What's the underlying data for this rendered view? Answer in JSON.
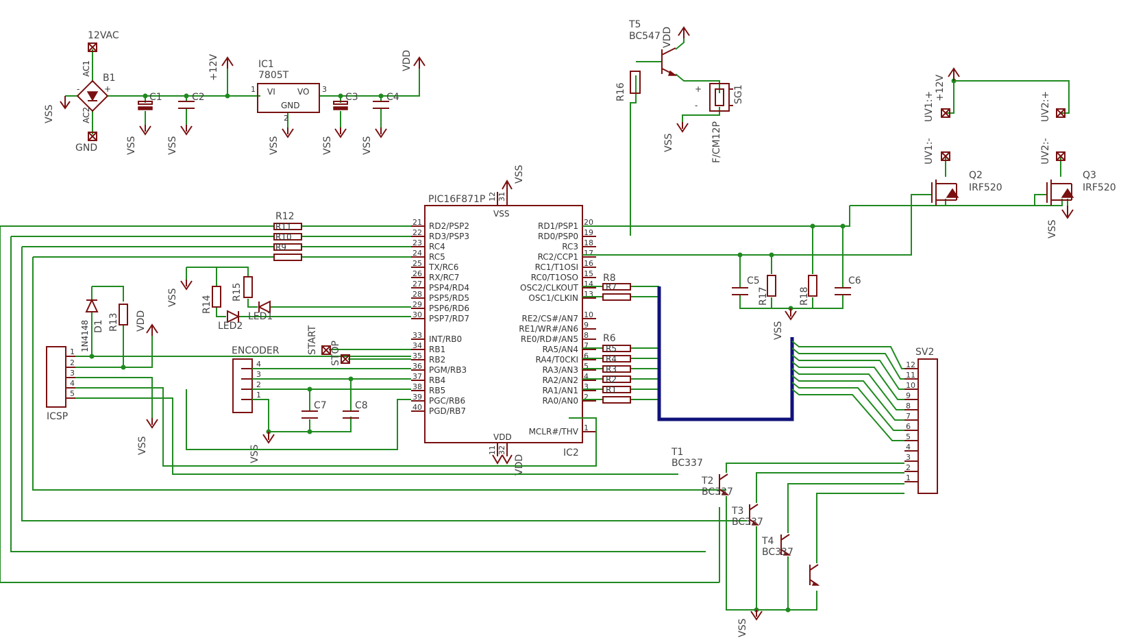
{
  "colors": {
    "wire": "#1f8a1f",
    "symbol": "#7a1010",
    "bus": "#10127a",
    "text": "#444444"
  },
  "power_supply": {
    "ac_in": "12VAC",
    "gnd": "GND",
    "bridge": "B1",
    "ac1": "AC1",
    "ac2": "AC2",
    "minus": "-",
    "plus": "+",
    "vss": "VSS",
    "plus12": "+12V",
    "vdd": "VDD",
    "c1": "C1",
    "c2": "C2",
    "c3": "C3",
    "c4": "C4",
    "reg_name": "IC1",
    "reg_value": "7805T",
    "reg_vi": "VI",
    "reg_vo": "VO",
    "reg_gnd": "GND",
    "reg_pin1": "1",
    "reg_pin2": "2",
    "reg_pin3": "3"
  },
  "buzzer": {
    "t5": "T5",
    "t5_value": "BC547",
    "vdd": "VDD",
    "r16": "R16",
    "vss": "VSS",
    "sg1": "SG1",
    "sg1_value": "F/CM12P",
    "plus": "+",
    "minus": "-"
  },
  "uv": {
    "plus12": "+12V",
    "uv1p": "UV1:+",
    "uv2p": "UV2:+",
    "uv1m": "UV1:-",
    "uv2m": "UV2:-",
    "q2": "Q2",
    "q2_value": "IRF520",
    "q3": "Q3",
    "q3_value": "IRF520",
    "vss": "VSS"
  },
  "mcu": {
    "name": "PIC16F871P",
    "ref": "IC2",
    "vss_top": "VSS",
    "vdd_bottom": "VDD",
    "vss_ext": "VSS",
    "vdd_ext": "VDD",
    "top_pins": [
      "12",
      "31"
    ],
    "bottom_pins": [
      "11",
      "32"
    ],
    "left_pins": [
      {
        "num": "21",
        "name": "RD2/PSP2"
      },
      {
        "num": "22",
        "name": "RD3/PSP3"
      },
      {
        "num": "23",
        "name": "RC4"
      },
      {
        "num": "24",
        "name": "RC5"
      },
      {
        "num": "25",
        "name": "TX/RC6"
      },
      {
        "num": "26",
        "name": "RX/RC7"
      },
      {
        "num": "27",
        "name": "PSP4/RD4"
      },
      {
        "num": "28",
        "name": "PSP5/RD5"
      },
      {
        "num": "29",
        "name": "PSP6/RD6"
      },
      {
        "num": "30",
        "name": "PSP7/RD7"
      },
      {
        "num": "",
        "name": ""
      },
      {
        "num": "33",
        "name": "INT/RB0"
      },
      {
        "num": "34",
        "name": "RB1"
      },
      {
        "num": "35",
        "name": "RB2"
      },
      {
        "num": "36",
        "name": "PGM/RB3"
      },
      {
        "num": "37",
        "name": "RB4"
      },
      {
        "num": "38",
        "name": "RB5"
      },
      {
        "num": "39",
        "name": "PGC/RB6"
      },
      {
        "num": "40",
        "name": "PGD/RB7"
      }
    ],
    "right_pins": [
      {
        "num": "20",
        "name": "RD1/PSP1"
      },
      {
        "num": "19",
        "name": "RD0/PSP0"
      },
      {
        "num": "18",
        "name": "RC3"
      },
      {
        "num": "17",
        "name": "RC2/CCP1"
      },
      {
        "num": "16",
        "name": "RC1/T1OSI"
      },
      {
        "num": "15",
        "name": "RC0/T1OSO"
      },
      {
        "num": "14",
        "name": "OSC2/CLKOUT"
      },
      {
        "num": "13",
        "name": "OSC1/CLKIN"
      },
      {
        "num": "",
        "name": ""
      },
      {
        "num": "10",
        "name": "RE2/CS#/AN7"
      },
      {
        "num": "9",
        "name": "RE1/WR#/AN6"
      },
      {
        "num": "8",
        "name": "RE0/RD#/AN5"
      },
      {
        "num": "7",
        "name": "RA5/AN4"
      },
      {
        "num": "6",
        "name": "RA4/T0CKI"
      },
      {
        "num": "5",
        "name": "RA3/AN3"
      },
      {
        "num": "4",
        "name": "RA2/AN2"
      },
      {
        "num": "3",
        "name": "RA1/AN1"
      },
      {
        "num": "2",
        "name": "RA0/AN0"
      },
      {
        "num": "",
        "name": ""
      },
      {
        "num": "",
        "name": ""
      },
      {
        "num": "1",
        "name": "MCLR#/THV"
      }
    ]
  },
  "resistors": {
    "r12": "R12",
    "r11": "R11",
    "r10": "R10",
    "r9": "R9",
    "r8": "R8",
    "r7": "R7",
    "r6": "R6",
    "r5": "R5",
    "r4": "R4",
    "r3": "R3",
    "r2": "R2",
    "r1": "R1",
    "r13": "R13",
    "r14": "R14",
    "r15": "R15",
    "r17": "R17",
    "r18": "R18"
  },
  "caps": {
    "c5": "C5",
    "c6": "C6",
    "c7": "C7",
    "c8": "C8"
  },
  "leds": {
    "led1": "LED1",
    "led2": "LED2",
    "d1": "D1",
    "d1_value": "1N4148",
    "vss": "VSS",
    "vdd": "VDD"
  },
  "buttons": {
    "start": "START",
    "stop": "STOP"
  },
  "encoder": {
    "name": "ENCODER",
    "pins": [
      "4",
      "3",
      "2",
      "1"
    ],
    "vss": "VSS"
  },
  "icsp": {
    "name": "ICSP",
    "pins": [
      "1",
      "2",
      "3",
      "4",
      "5"
    ],
    "vss": "VSS"
  },
  "sv2": {
    "name": "SV2",
    "pins": [
      "12",
      "11",
      "10",
      "9",
      "8",
      "7",
      "6",
      "5",
      "4",
      "3",
      "2",
      "1"
    ]
  },
  "drivers": {
    "t1": "T1",
    "t1_value": "BC337",
    "t2": "T2",
    "t2_value": "BC337",
    "t3": "T3",
    "t3_value": "BC337",
    "t4": "T4",
    "t4_value": "BC337",
    "vss": "VSS"
  },
  "osc": {
    "vss": "VSS"
  }
}
